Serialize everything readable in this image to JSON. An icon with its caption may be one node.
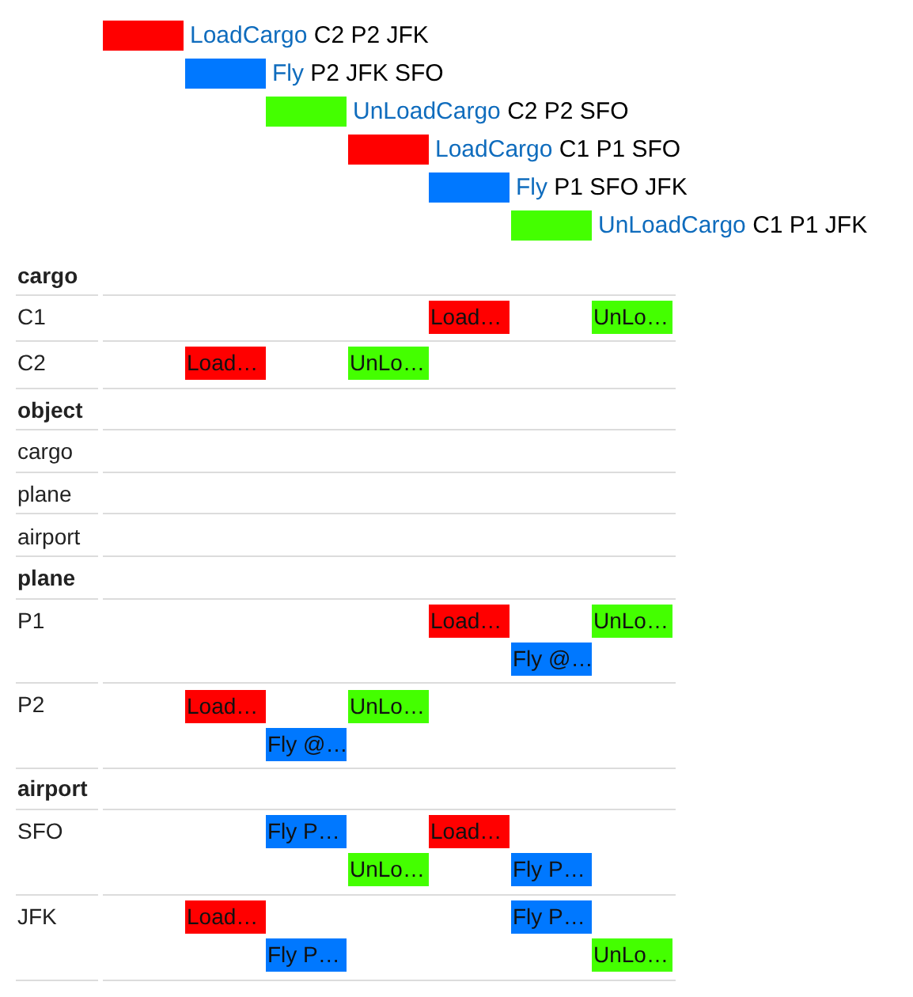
{
  "diagram": {
    "nodes": [
      {
        "text": [],
        "shape": "bar",
        "beside": [
          "LoadCargo",
          "C2 P2 JFK"
        ]
      },
      {
        "text": [],
        "shape": "bar",
        "beside": [
          "Fly",
          "P2 JFK SFO"
        ]
      },
      {
        "text": [],
        "shape": "bar",
        "beside": [
          "UnLoadCargo",
          "C2 P2 SFO"
        ]
      },
      {
        "text": [],
        "shape": "bar",
        "beside": [
          "LoadCargo",
          "C1 P1 SFO"
        ]
      },
      {
        "text": [],
        "shape": "bar",
        "beside": [
          "Fly",
          "P1 SFO JFK"
        ]
      },
      {
        "text": [],
        "shape": "bar",
        "beside": [
          "UnLoadCargo",
          "C1 P1 JFK"
        ]
      },
      {
        "text": [
          "Load…"
        ]
      },
      {
        "text": [
          "UnLo…"
        ]
      },
      {
        "text": [
          "Load…"
        ]
      },
      {
        "text": [
          "UnLo…"
        ]
      },
      {
        "text": [
          "Load…"
        ]
      },
      {
        "text": [
          "UnLo…"
        ]
      },
      {
        "text": [
          "Fly @…"
        ]
      },
      {
        "text": [
          "Load…"
        ]
      },
      {
        "text": [
          "UnLo…"
        ]
      },
      {
        "text": [
          "Fly @…"
        ]
      },
      {
        "text": [
          "Fly P…"
        ]
      },
      {
        "text": [
          "Load…"
        ]
      },
      {
        "text": [
          "UnLo…"
        ]
      },
      {
        "text": [
          "Fly P…"
        ]
      },
      {
        "text": [
          "Load…"
        ]
      },
      {
        "text": [
          "Fly P…"
        ]
      },
      {
        "text": [
          "Fly P…"
        ]
      },
      {
        "text": [
          "UnLo…"
        ]
      }
    ],
    "labels": [
      "cargo",
      "C1",
      "C2",
      "object",
      "cargo",
      "plane",
      "airport",
      "plane",
      "P1",
      "P2",
      "airport",
      "SFO",
      "JFK"
    ]
  }
}
